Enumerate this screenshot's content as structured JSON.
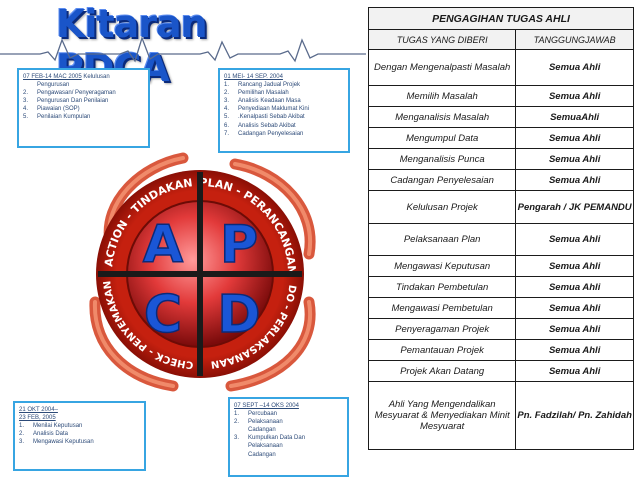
{
  "title": "Kitaran PDCA",
  "colors": {
    "title": "#1a55c9",
    "box_border": "#37a5e2",
    "arrow": "#c0392b",
    "ring": "#b11a0e",
    "letters": "#1a56d6"
  },
  "boxes": {
    "plan": {
      "date": "01 MEI- 14 SEP. 2004",
      "items": [
        {
          "n": "1.",
          "t": "Rancang Jadual Projek"
        },
        {
          "n": "2.",
          "t": "Pemilihan Masalah"
        },
        {
          "n": "3.",
          "t": "Analisis Keadaan Masa"
        },
        {
          "n": "4.",
          "t": "Penyediaan Maklumat Kini"
        },
        {
          "n": "5.",
          "t": ".Kenalpasti Sebab Akibat"
        },
        {
          "n": "6.",
          "t": "Analisis Sebab Akibat"
        },
        {
          "n": "7.",
          "t": "Cadangan Penyelesaian"
        }
      ]
    },
    "act": {
      "date": "07 FEB-14 MAC 2005",
      "first_suffix": " Kelulusan",
      "first_cont": "Pengurusan",
      "items": [
        {
          "n": "2.",
          "t": "Pengawasan/ Penyeragaman"
        },
        {
          "n": "3.",
          "t": "Pengurusan Dan Penilaian"
        },
        {
          "n": "4.",
          "t": "Piawaian (SOP)"
        },
        {
          "n": "5.",
          "t": "Penilaian Kumpulan"
        }
      ]
    },
    "check": {
      "date1": "21 OKT 2004–",
      "date2": "23 FEB, 2005",
      "items": [
        {
          "n": "1.",
          "t": "Menilai Keputusan"
        },
        {
          "n": "2.",
          "t": "Analisis Data"
        },
        {
          "n": "3.",
          "t": "Mengawasi Keputusan"
        }
      ]
    },
    "do": {
      "date": "07 SEPT –14 OKS 2004",
      "items": [
        {
          "n": "1.",
          "t": "Percubaan"
        },
        {
          "n": "2.",
          "t": "Pelaksanaan\nCadangan"
        },
        {
          "n": "3.",
          "t": "Kumpulkan Data Dan\nPelaksanaan\nCadangan"
        }
      ]
    }
  },
  "cycle": {
    "letters": {
      "a": "A",
      "p": "P",
      "c": "C",
      "d": "D"
    },
    "ring": {
      "act": "ACTION - TINDAKAN",
      "plan": "PLAN - PERANCANGAN",
      "do": "DO - PERLAKSANAAN",
      "check": "CHECK - PENYEMAKAN"
    }
  },
  "table": {
    "title": "PENGAGIHAN TUGAS AHLI",
    "col1": "TUGAS YANG DIBERI",
    "col2": "TANGGUNGJAWAB",
    "rows": [
      {
        "task": "Dengan Mengenalpasti Masalah",
        "resp": "Semua Ahli",
        "h": 36
      },
      {
        "task": "Memilih Masalah",
        "resp": "Semua Ahli",
        "h": 21
      },
      {
        "task": "Menganalisis Masalah",
        "resp": "SemuaAhli",
        "h": 21
      },
      {
        "task": "Mengumpul Data",
        "resp": "Semua Ahli",
        "h": 21
      },
      {
        "task": "Menganalisis Punca",
        "resp": "Semua Ahli",
        "h": 21
      },
      {
        "task": "Cadangan Penyelesaian",
        "resp": "Semua Ahli",
        "h": 21
      },
      {
        "task": "Kelulusan Projek",
        "resp": "Pengarah / JK PEMANDU",
        "h": 33
      },
      {
        "task": "Pelaksanaan Plan",
        "resp": "Semua Ahli",
        "h": 32
      },
      {
        "task": "Mengawasi Keputusan",
        "resp": "Semua Ahli",
        "h": 21
      },
      {
        "task": "Tindakan Pembetulan",
        "resp": "Semua Ahli",
        "h": 21
      },
      {
        "task": "Mengawasi Pembetulan",
        "resp": "Semua Ahli",
        "h": 21
      },
      {
        "task": "Penyeragaman Projek",
        "resp": "Semua Ahli",
        "h": 21
      },
      {
        "task": "Pemantauan Projek",
        "resp": "Semua Ahli",
        "h": 21
      },
      {
        "task": "Projek Akan Datang",
        "resp": "Semua Ahli",
        "h": 21
      },
      {
        "task": "Ahli Yang Mengendalikan Mesyuarat & Menyediakan Minit Mesyuarat",
        "resp": "Pn. Fadzilah/ Pn. Zahidah",
        "h": 68
      }
    ]
  }
}
